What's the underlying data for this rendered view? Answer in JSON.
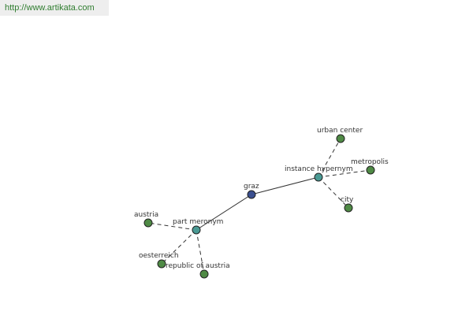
{
  "header": {
    "url": "http://www.artikata.com"
  },
  "colors": {
    "center_node": "#3a4f8f",
    "relation_node": "#4a9a94",
    "leaf_node": "#4f8a45",
    "edge": "#333333"
  },
  "nodes": {
    "graz": "graz",
    "instance_hypernym": "instance hypernym",
    "part_meronym": "part meronym",
    "urban_center": "urban center",
    "metropolis": "metropolis",
    "city": "city",
    "austria": "austria",
    "oesterreich": "oesterreich",
    "republic_of_austria": "republic of austria"
  }
}
